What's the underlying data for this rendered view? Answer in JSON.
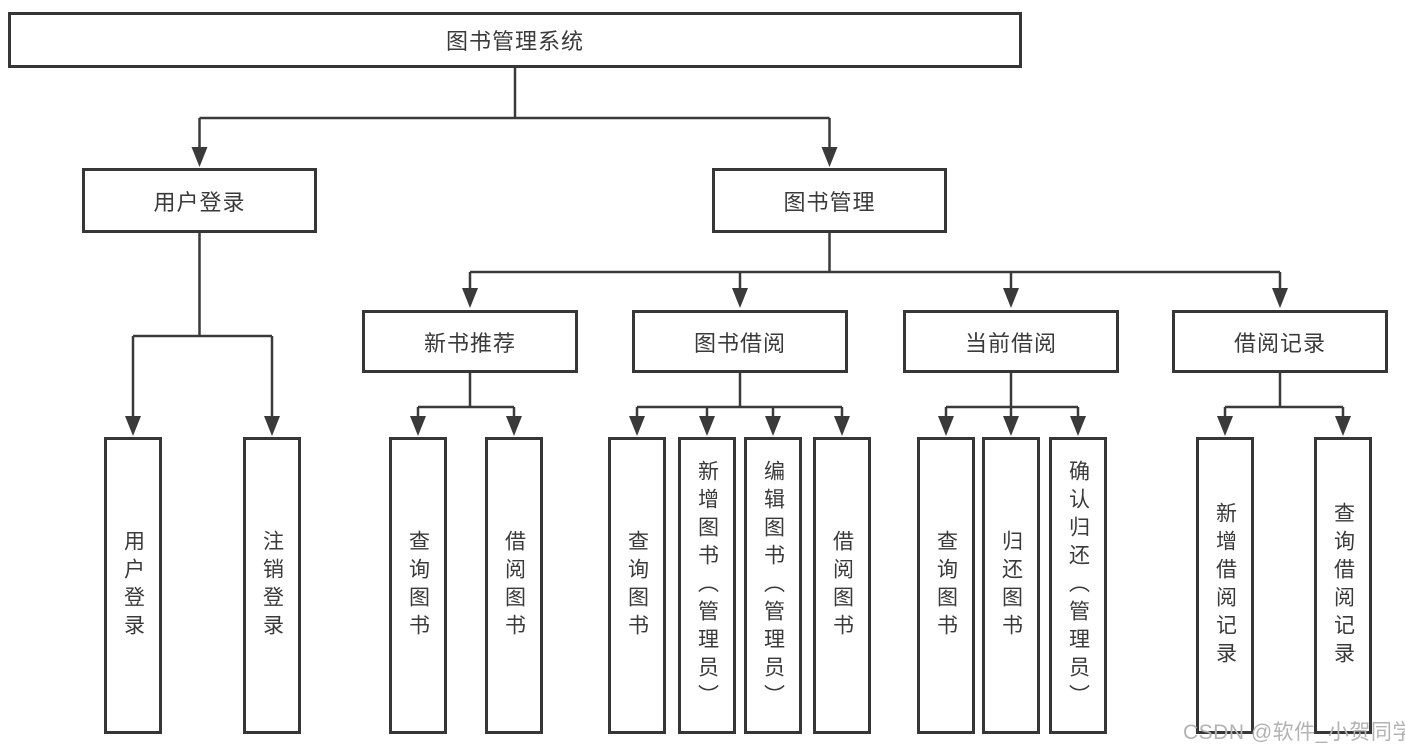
{
  "tree": {
    "label": "图书管理系统",
    "children": [
      {
        "label": "用户登录",
        "children": [
          {
            "label": "用户登录"
          },
          {
            "label": "注销登录"
          }
        ]
      },
      {
        "label": "图书管理",
        "children": [
          {
            "label": "新书推荐",
            "children": [
              {
                "label": "查询图书"
              },
              {
                "label": "借阅图书"
              }
            ]
          },
          {
            "label": "图书借阅",
            "children": [
              {
                "label": "查询图书"
              },
              {
                "label": "新增图书（管理员）"
              },
              {
                "label": "编辑图书（管理员）"
              },
              {
                "label": "借阅图书"
              }
            ]
          },
          {
            "label": "当前借阅",
            "children": [
              {
                "label": "查询图书"
              },
              {
                "label": "归还图书"
              },
              {
                "label": "确认归还（管理员）"
              }
            ]
          },
          {
            "label": "借阅记录",
            "children": [
              {
                "label": "新增借阅记录"
              },
              {
                "label": "查询借阅记录"
              }
            ]
          }
        ]
      }
    ]
  },
  "watermark": {
    "text": "CSDN @软件_小贺同学",
    "color": "#b3b3b3"
  },
  "colors": {
    "line": "#3a3a3a",
    "box_border": "#363636",
    "text": "#3a3a3a",
    "background": "#ffffff"
  }
}
